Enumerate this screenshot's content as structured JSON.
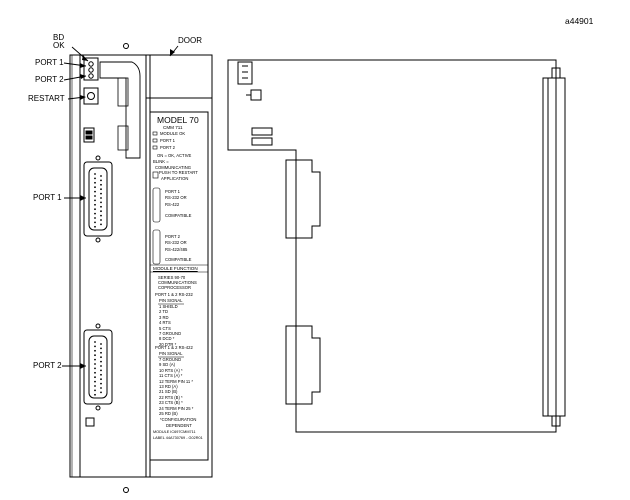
{
  "figure_id": "a44901",
  "callouts": {
    "bd_ok": [
      "BD",
      "OK"
    ],
    "door": "DOOR",
    "port1_top": "PORT 1",
    "port2_top": "PORT 2",
    "restart": "RESTART",
    "port1_connector": "PORT  1",
    "port2_connector": "PORT  2"
  },
  "door_label": {
    "model": "MODEL 70",
    "part": "CMM 711",
    "leds": [
      "MODULE  OK",
      "PORT 1",
      "PORT 2"
    ],
    "status": [
      "ON = OK, ACTIVE",
      "BLINK =",
      "COMMUNICATING"
    ],
    "restart": [
      "PUSH TO RESTART",
      "APPLICATION"
    ],
    "port1_block": [
      "PORT 1",
      "RS-232 OR",
      "RS-422",
      "COMPATIBLE"
    ],
    "port2_block": [
      "PORT 2",
      "RS-232 OR",
      "RS-422/485",
      "COMPATIBLE"
    ],
    "module_function_title": "MODULE  FUNCTION",
    "module_function": [
      "SERIES 90-70",
      "COMMUNICATIONS",
      "COPROCESSOR"
    ],
    "table1_title": "PORT 1 & 2  RS-232",
    "table1_header": "PIN   SIGNAL",
    "table1_rows": [
      "1      SHIELD",
      "2      TD",
      "3      RD",
      "4      RTS",
      "5      CTS",
      "7      GROUND",
      "8      DCD *",
      "20    DTR *"
    ],
    "table2_title": "PORT 1 & 2  RS-422",
    "table2_header": "PIN   SIGNAL",
    "table2_rows": [
      "7      GROUND",
      "9      SD (A)",
      "10    RTS (A) *",
      "11    CTS (A) *",
      "12    TERM PIN 11 *",
      "13    RD (A)",
      "21    SD (B)",
      "22    RTS (B) *",
      "23    CTS (B) *",
      "24    TERM PIN 25 *",
      "25    RD (B)"
    ],
    "footnote": [
      "*CONFIGURATION",
      "DEPENDENT"
    ],
    "module_code": "MODULE  IC697CMM711",
    "label_code": "LABEL  44A730769 - G02R01"
  }
}
